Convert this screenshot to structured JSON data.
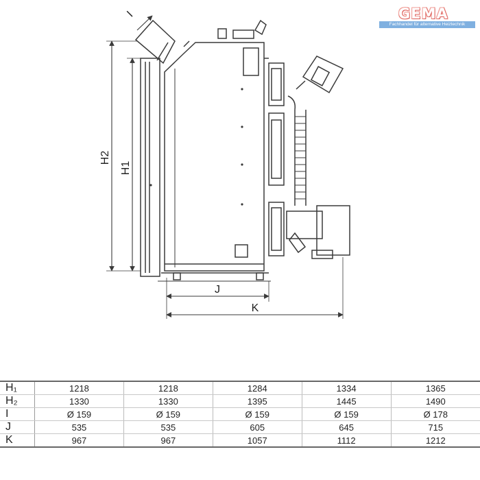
{
  "logo": {
    "name": "GEMA",
    "tagline": "Fachhandel für alternative Heiztechnik"
  },
  "dimension_labels": {
    "H1": "H1",
    "H2": "H2",
    "I": "I",
    "J": "J",
    "K": "K"
  },
  "table": {
    "rows": [
      {
        "label": "H₁",
        "values": [
          "1218",
          "1218",
          "1284",
          "1334",
          "1365"
        ]
      },
      {
        "label": "H₂",
        "values": [
          "1330",
          "1330",
          "1395",
          "1445",
          "1490"
        ]
      },
      {
        "label": "I",
        "values": [
          "Ø 159",
          "Ø 159",
          "Ø 159",
          "Ø 159",
          "Ø 178"
        ]
      },
      {
        "label": "J",
        "values": [
          "535",
          "535",
          "605",
          "645",
          "715"
        ]
      },
      {
        "label": "K",
        "values": [
          "967",
          "967",
          "1057",
          "1112",
          "1212"
        ]
      }
    ]
  },
  "colors": {
    "line": "#3a3a3a",
    "logo_accent": "#d9534f",
    "logo_banner": "#7fb0e0"
  }
}
